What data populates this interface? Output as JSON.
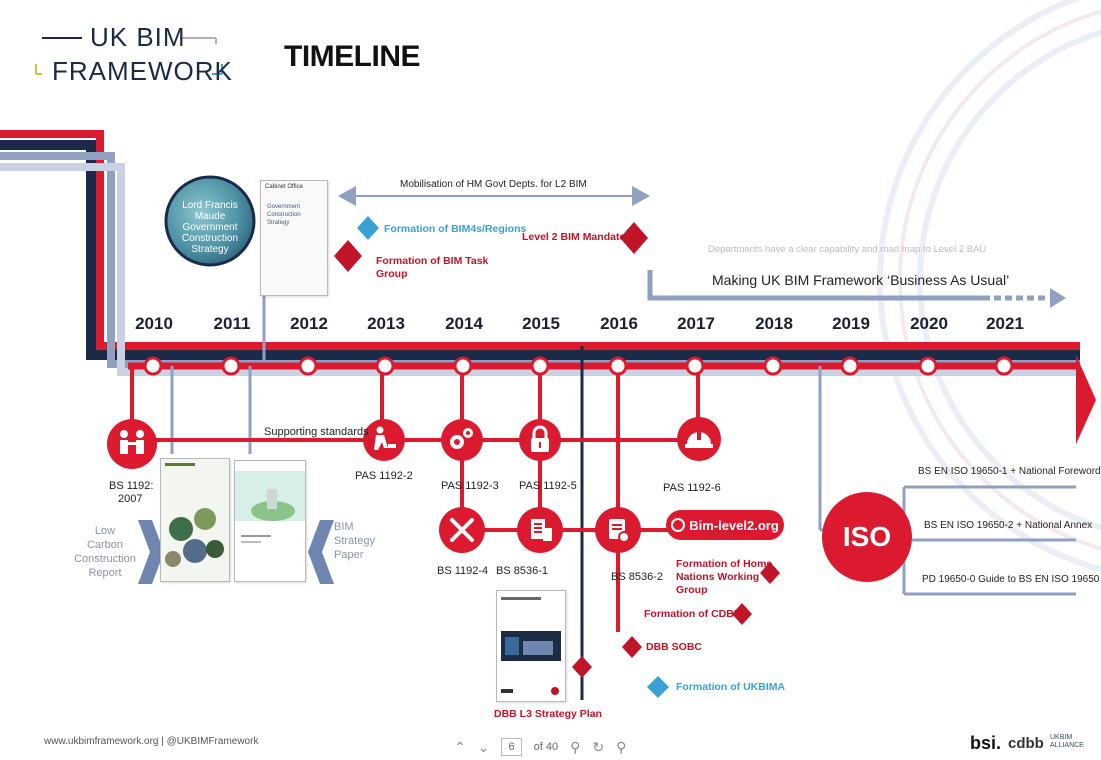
{
  "logo": {
    "line1": "UK BIM",
    "line2": "FRAMEWORK"
  },
  "title": "TIMELINE",
  "years": [
    "2010",
    "2011",
    "2012",
    "2013",
    "2014",
    "2015",
    "2016",
    "2017",
    "2018",
    "2019",
    "2020",
    "2021"
  ],
  "top": {
    "mobilisation": "Mobilisation of HM Govt Depts. for L2 BIM",
    "bim4s": "Formation of BIM4s/Regions",
    "task_group_1": "Formation of BIM Task",
    "task_group_2": "Group",
    "mandate": "Level 2 BIM Mandate",
    "departments": "Departments have a clear capability and road map to Level 2 BAU",
    "bau": "Making UK BIM Framework ‘Business As Usual’"
  },
  "lord_francis": [
    "Lord Francis",
    "Maude",
    "Government",
    "Construction",
    "Strategy"
  ],
  "gov_doc": {
    "brand": "Cabinet Office",
    "lines": [
      "Government",
      "Construction",
      "Strategy"
    ]
  },
  "standards": {
    "bs1192_1": "BS 1192:",
    "bs1192_2": "2007",
    "supporting": "Supporting standards",
    "pas1192_2": "PAS 1192-2",
    "pas1192_3": "PAS 1192-3",
    "pas1192_5": "PAS 1192-5",
    "pas1192_6": "PAS 1192-6",
    "bs1192_4": "BS 1192-4",
    "bs8536_1": "BS 8536-1",
    "bs8536_2": "BS 8536-2",
    "bimlevel2": "Bim-level2.org"
  },
  "low_carbon": [
    "Low",
    "Carbon",
    "Construction",
    "Report"
  ],
  "bim_strategy": [
    "BIM",
    "Strategy",
    "Paper"
  ],
  "lower": {
    "home_nations_1": "Formation of Home",
    "home_nations_2": "Nations Working",
    "home_nations_3": "Group",
    "cdbb": "Formation of CDBB",
    "sobc": "DBB SOBC",
    "ukbima": "Formation of UKBIMA",
    "dbb_plan": "DBB L3 Strategy Plan"
  },
  "iso": {
    "badge": "ISO",
    "items": [
      "BS EN ISO 19650-1 + National Foreword",
      "BS EN ISO 19650-2 + National Annex",
      "PD 19650-0  Guide to BS EN ISO 19650"
    ]
  },
  "footer": {
    "website": "www.ukbimframework.org  |  @UKBIMFramework",
    "page": "6",
    "of": "of 40",
    "logos": [
      "bsi.",
      "cdbb",
      "UKBIM ALLIANCE"
    ]
  },
  "colors": {
    "red": "#dc1a2f",
    "navy": "#1b2a49",
    "slate": "#8fa0c0",
    "cyan": "#3aa1d6"
  }
}
